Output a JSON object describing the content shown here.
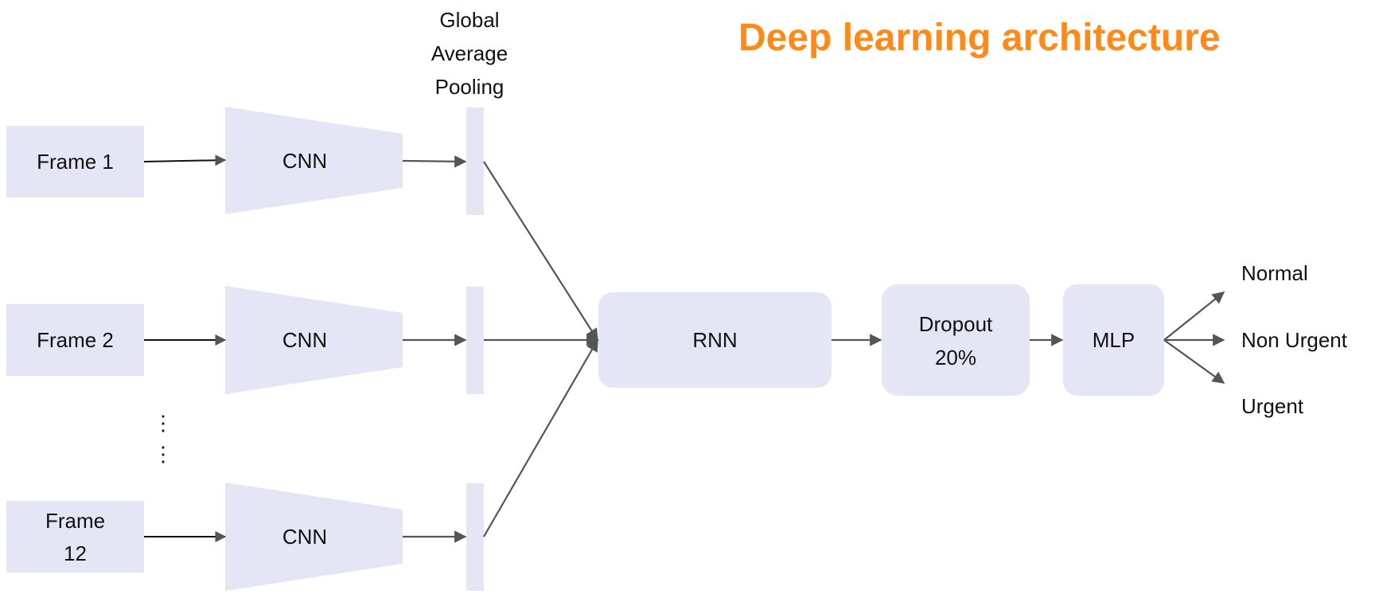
{
  "title": "Deep learning architecture",
  "colors": {
    "box_fill": "#e4e6f6",
    "arrow": "#555555",
    "title": "#ff8a1a"
  },
  "gap_label": [
    "Global",
    "Average",
    "Pooling"
  ],
  "frames": [
    {
      "label_line1": "Frame 1",
      "label_line2": "",
      "cnn": "CNN"
    },
    {
      "label_line1": "Frame 2",
      "label_line2": "",
      "cnn": "CNN"
    },
    {
      "label_line1": "Frame",
      "label_line2": "12",
      "cnn": "CNN"
    }
  ],
  "ellipsis": "⋮",
  "rnn": "RNN",
  "dropout": [
    "Dropout",
    "20%"
  ],
  "mlp": "MLP",
  "outputs": [
    "Normal",
    "Non Urgent",
    "Urgent"
  ]
}
